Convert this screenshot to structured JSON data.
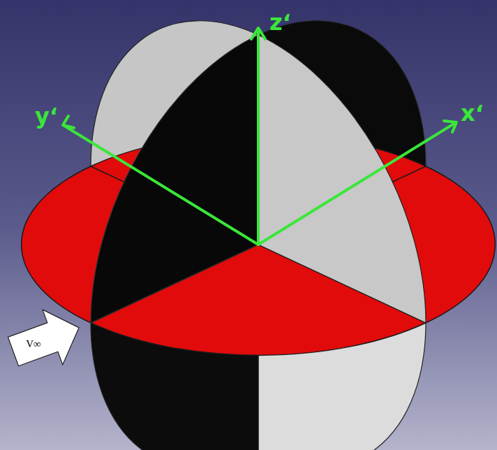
{
  "diagram": {
    "nodes": [
      {
        "text": [
          "V∞"
        ]
      }
    ],
    "labels": [
      "z‘",
      "y‘",
      "x‘"
    ]
  }
}
